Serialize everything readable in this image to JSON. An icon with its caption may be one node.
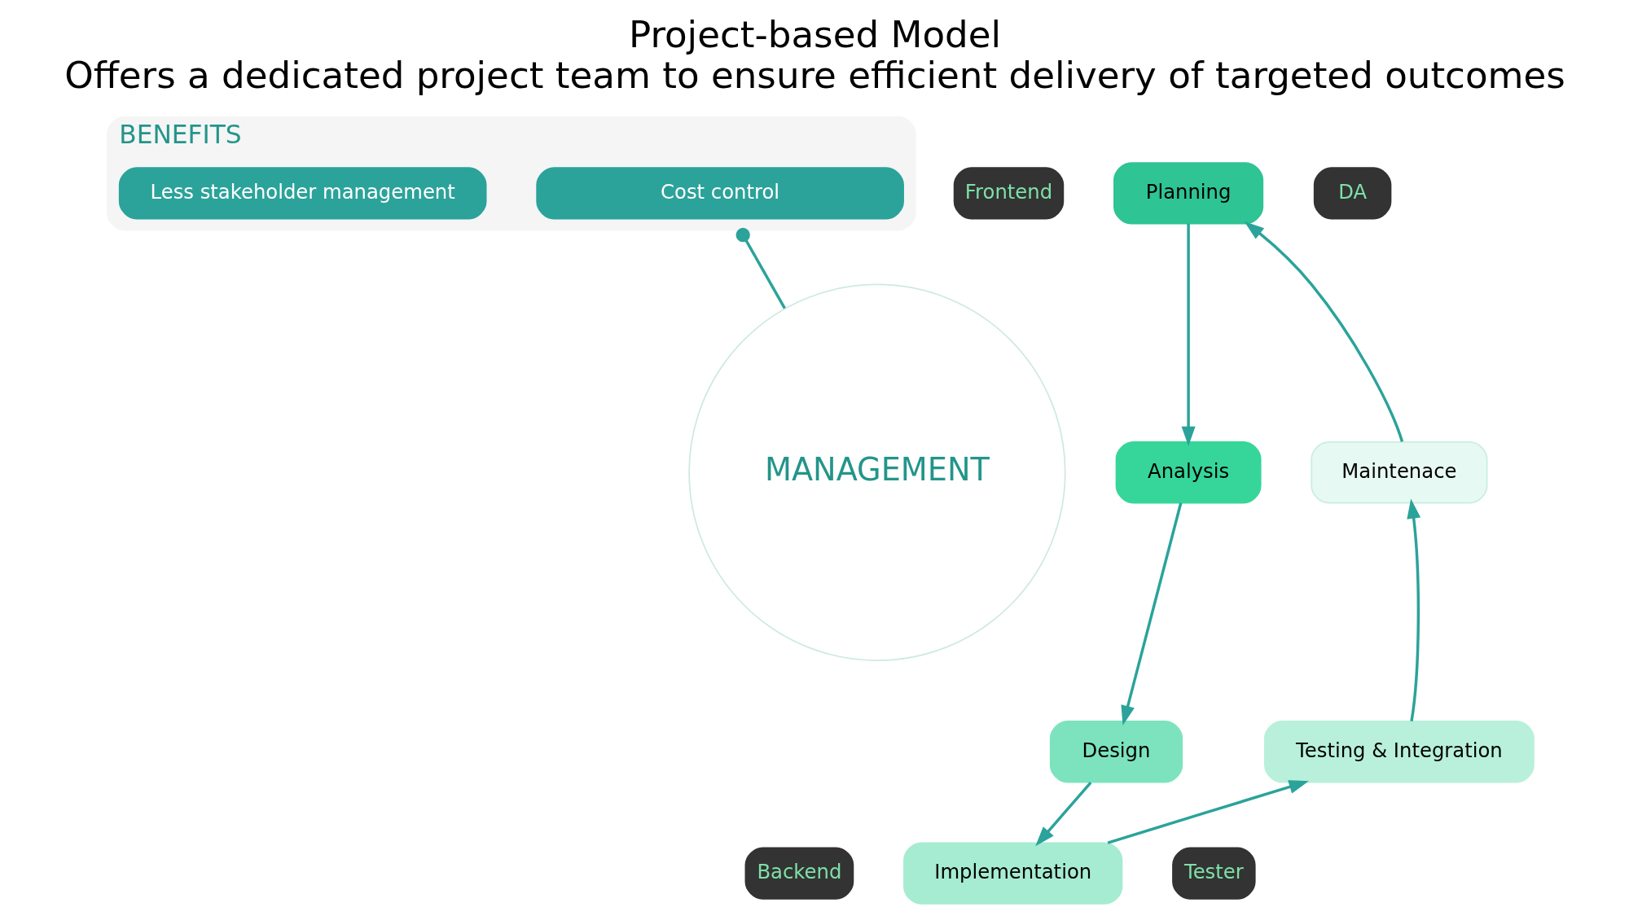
{
  "diagram": {
    "title": "Project-based Model",
    "caption": "Offers a dedicated project team to ensure efficient delivery of targeted outcomes",
    "nodes": [
      {
        "text": [
          "BENEFITS"
        ]
      },
      {
        "text": [
          "Cost control"
        ],
        "in": 0
      },
      {
        "text": [
          "Less stakeholder management"
        ],
        "in": 0
      },
      {
        "text": [
          "MANAGEMENT"
        ]
      },
      {
        "text": [
          "Planning"
        ]
      },
      {
        "text": [
          "Analysis"
        ]
      },
      {
        "text": [
          "Design"
        ]
      },
      {
        "text": [
          "Implementation"
        ]
      },
      {
        "text": [
          "Testing & Integration"
        ]
      },
      {
        "text": [
          "Maintenace"
        ]
      },
      {
        "text": [
          "Frontend"
        ]
      },
      {
        "text": [
          "DA"
        ]
      },
      {
        "text": [
          "Tester"
        ]
      },
      {
        "text": [
          "Backend"
        ]
      }
    ],
    "edges": [
      {
        "from": 0,
        "to": 3,
        "arrow": "other"
      },
      {
        "from": 4,
        "to": 5,
        "arrow": "to"
      },
      {
        "from": 5,
        "to": 6,
        "arrow": "to"
      },
      {
        "from": 6,
        "to": 7,
        "arrow": "to"
      },
      {
        "from": 7,
        "to": 8,
        "arrow": "to"
      },
      {
        "from": 8,
        "to": 9,
        "arrow": "to"
      },
      {
        "from": 9,
        "to": 4,
        "arrow": "to"
      }
    ]
  }
}
